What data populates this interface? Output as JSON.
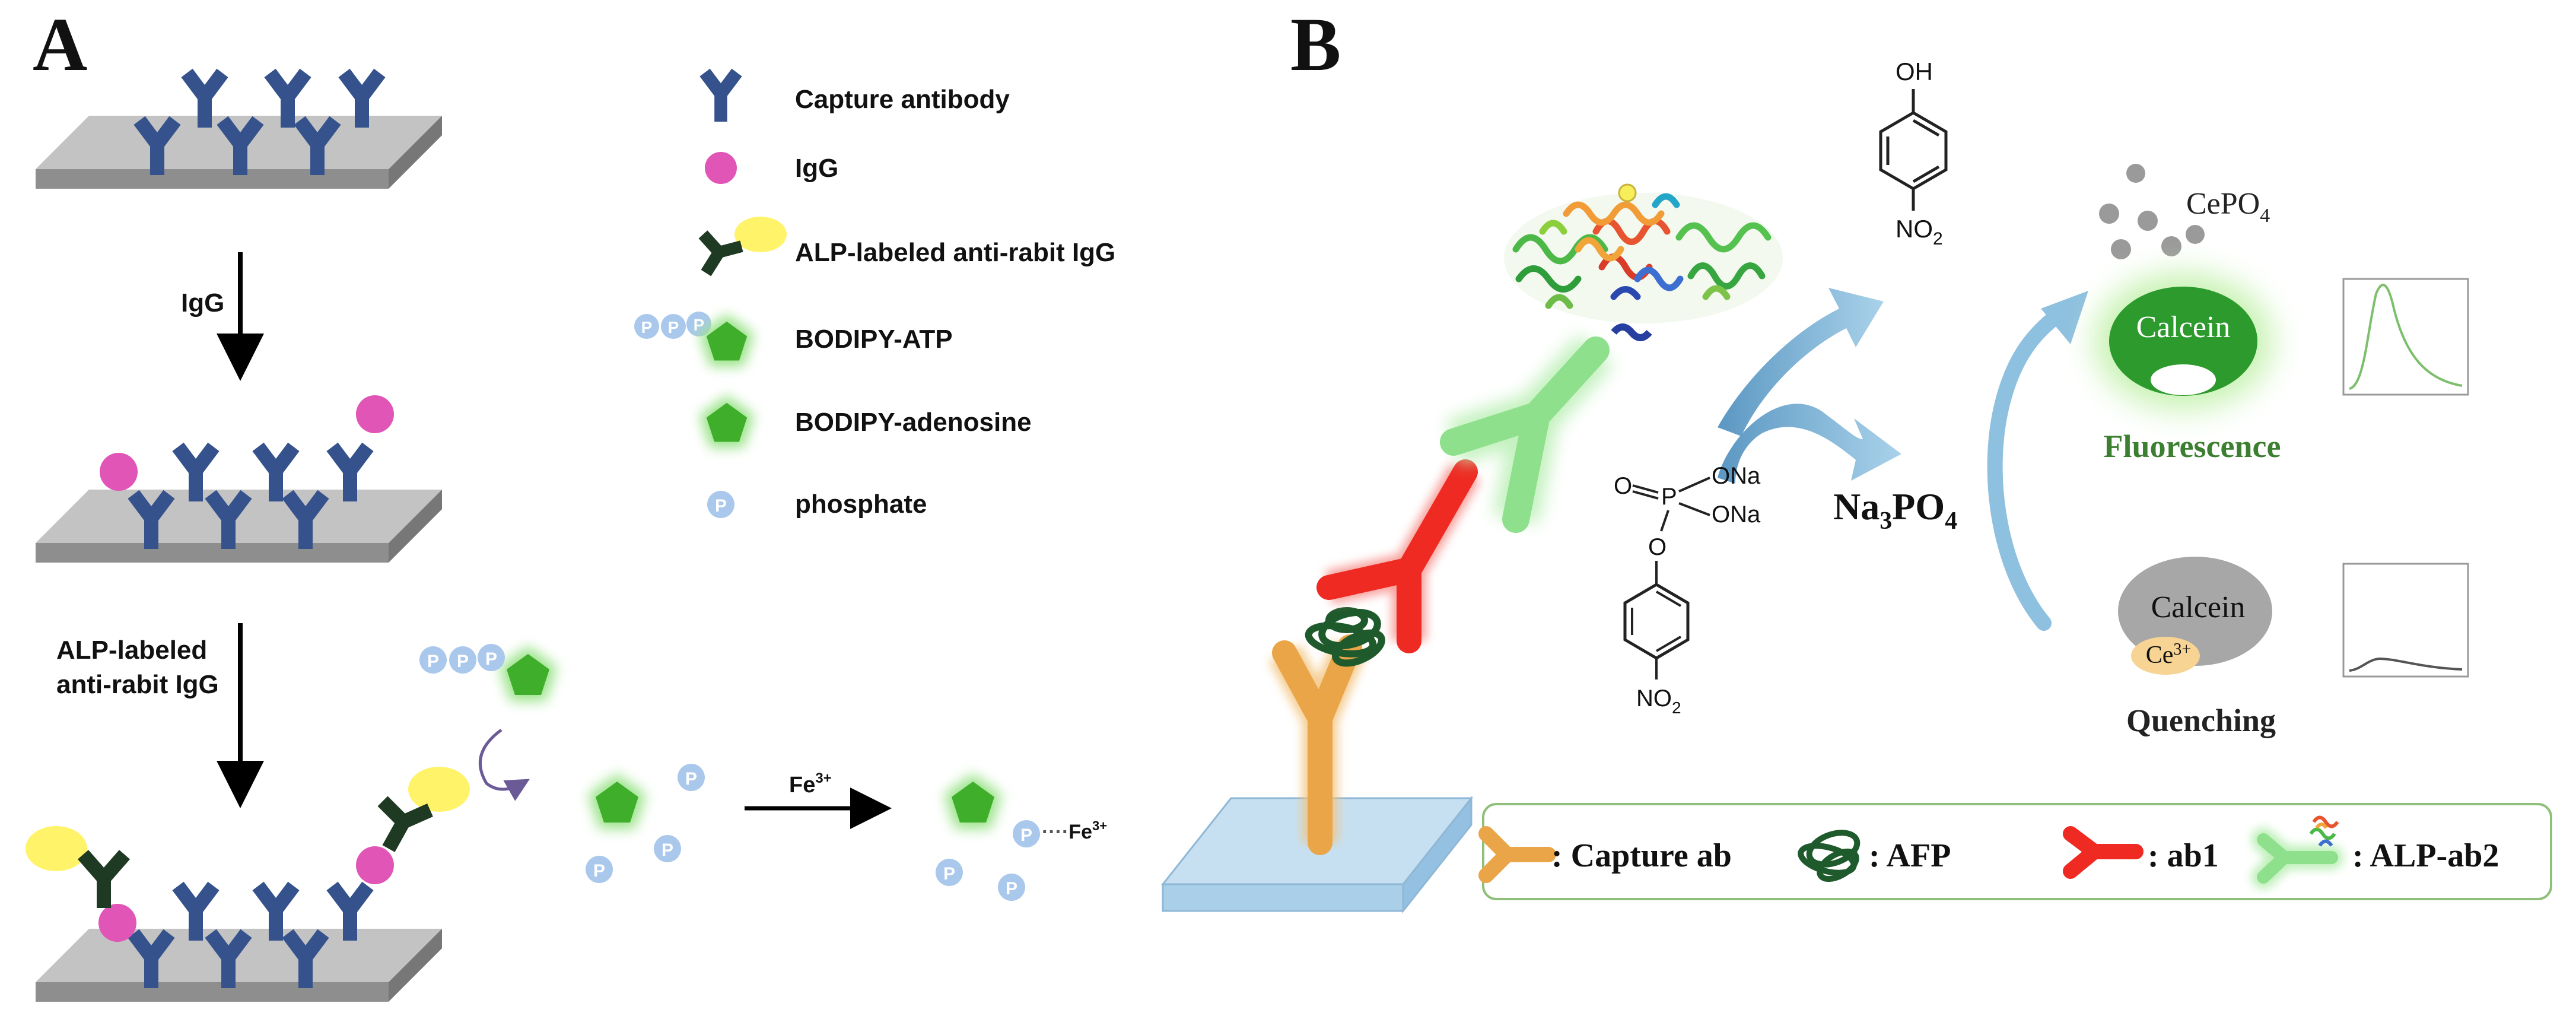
{
  "panel_a": {
    "label": "A",
    "step1_arrow_label": "IgG",
    "step2_arrow_label_line1": "ALP-labeled",
    "step2_arrow_label_line2": "anti-rabit IgG",
    "reaction_arrow_label": "Fe",
    "reaction_arrow_label_sup": "3+",
    "product_label": "Fe",
    "product_label_sup": "3+",
    "phosphate_glyph": "P",
    "legend": [
      {
        "icon": "capture-antibody-icon",
        "label": "Capture antibody"
      },
      {
        "icon": "igg-icon",
        "label": "IgG"
      },
      {
        "icon": "alp-labeled-antibody-icon",
        "label": "ALP-labeled anti-rabit IgG"
      },
      {
        "icon": "bodipy-atp-icon",
        "label": "BODIPY-ATP"
      },
      {
        "icon": "bodipy-adenosine-icon",
        "label": "BODIPY-adenosine"
      },
      {
        "icon": "phosphate-icon",
        "label": "phosphate"
      }
    ],
    "colors": {
      "antibody": "#35528c",
      "igg": "#e055b5",
      "alp_antibody": "#1f3a22",
      "alp_enzyme": "#fff36a",
      "pentagon": "#3fae2a",
      "pentagon_glow": "#9be38a",
      "phosphate": "#a9c8ec",
      "slide_top": "#c3c3c3",
      "slide_front": "#8e8e8e"
    }
  },
  "panel_b": {
    "label": "B",
    "oh": "OH",
    "no2": "NO",
    "no2_sub": "2",
    "substrate_ona_1": "ONa",
    "substrate_ona_2": "ONa",
    "substrate_o_dbl": "O",
    "substrate_p": "P",
    "substrate_o_ester": "O",
    "substrate_no2": "NO",
    "substrate_no2_sub": "2",
    "na3po4": "Na",
    "na3po4_sub1": "3",
    "na3po4_mid": "PO",
    "na3po4_sub2": "4",
    "cepo4": "CePO",
    "cepo4_sub": "4",
    "calcein_top": "Calcein",
    "fluorescence": "Fluorescence",
    "calcein_bottom": "Calcein",
    "ce3": "Ce",
    "ce3_sup": "3+",
    "quenching": "Quenching",
    "legend": [
      {
        "icon": "capture-ab-icon",
        "label": ": Capture ab"
      },
      {
        "icon": "afp-icon",
        "label": ": AFP"
      },
      {
        "icon": "ab1-icon",
        "label": ": ab1"
      },
      {
        "icon": "alp-ab2-icon",
        "label": ": ALP-ab2"
      }
    ],
    "colors": {
      "capture_ab": "#e9a547",
      "afp": "#1e5a2c",
      "ab1": "#ee2a22",
      "alp_ab2": "#8ee08c",
      "arrow_blue": "#7fb4d6",
      "calcein_green": "#2d9a2d",
      "text_green": "#3d7f30",
      "slide_blue": "#b9d8ee"
    }
  }
}
